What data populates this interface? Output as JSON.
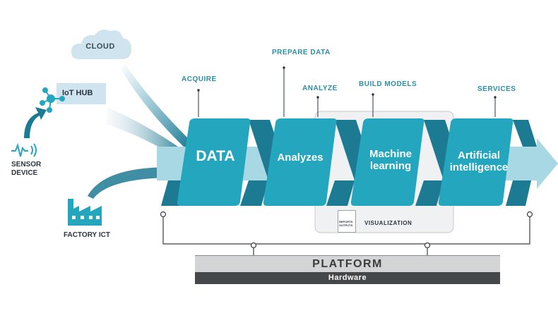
{
  "sources": {
    "cloud": "CLOUD",
    "iot_hub": "IoT HUB",
    "sensor_device": [
      "SENSOR",
      "DEVICE"
    ],
    "factory_ict": "FACTORY ICT"
  },
  "steps": {
    "acquire": "ACQUIRE",
    "prepare_data": "PREPARE DATA",
    "analyze": "ANALYZE",
    "build_models": "BUILD MODELS",
    "services": "SERVICES"
  },
  "blocks": {
    "data": "DATA",
    "analyzes": "Analyzes",
    "machine_learning": [
      "Machine",
      "learning"
    ],
    "artificial_intelligence": [
      "Artificial",
      "intelligence"
    ]
  },
  "visualization": {
    "label": "VISUALIZATION",
    "doc_text": [
      "REPORTS",
      "OUTPUTS"
    ]
  },
  "platform": {
    "label": "PLATFORM",
    "hardware": "Hardware"
  },
  "colors": {
    "arrow_light": "#a8d8e4",
    "block_teal": "#24a7be",
    "band_dark": "#1d7a93",
    "label_teal": "#2a8fa6",
    "platform_gray": "#d3d4d5",
    "hardware_dark": "#45484b"
  }
}
